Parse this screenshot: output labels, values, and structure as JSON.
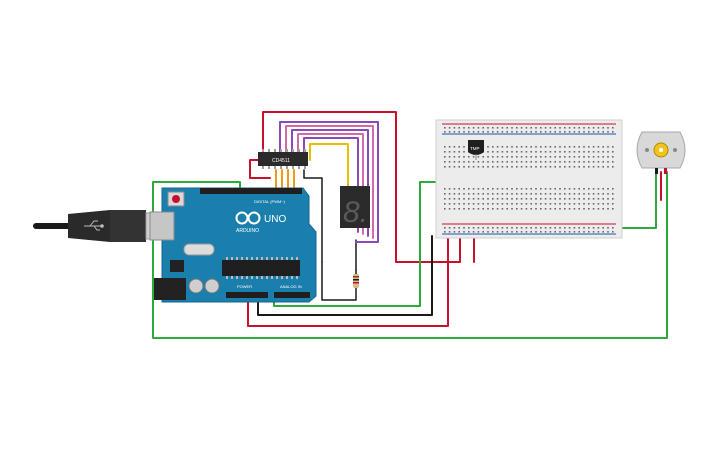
{
  "canvas": {
    "background": "#ffffff"
  },
  "colors": {
    "red": "#c8102e",
    "black": "#1a1a1a",
    "green": "#2eaa3c",
    "yellow": "#e8c000",
    "orange": "#f09a1a",
    "purple": "#8a4bb8",
    "pink": "#d36aa5",
    "arduino_teal": "#1b7fae",
    "breadboard": "#ececec"
  },
  "arduino": {
    "brand": "ARDUINO",
    "model": "UNO",
    "header_digital": "DIGITAL (PWM~)",
    "header_power": "POWER",
    "header_analog": "ANALOG IN"
  },
  "decoder_ic": {
    "label": "CD4511"
  },
  "seven_segment": {
    "digit": "8."
  },
  "transistor": {
    "label": "TMP"
  },
  "usb_plug": {
    "icon": "usb-icon"
  },
  "motor": {
    "icon": "dc-motor-icon"
  }
}
